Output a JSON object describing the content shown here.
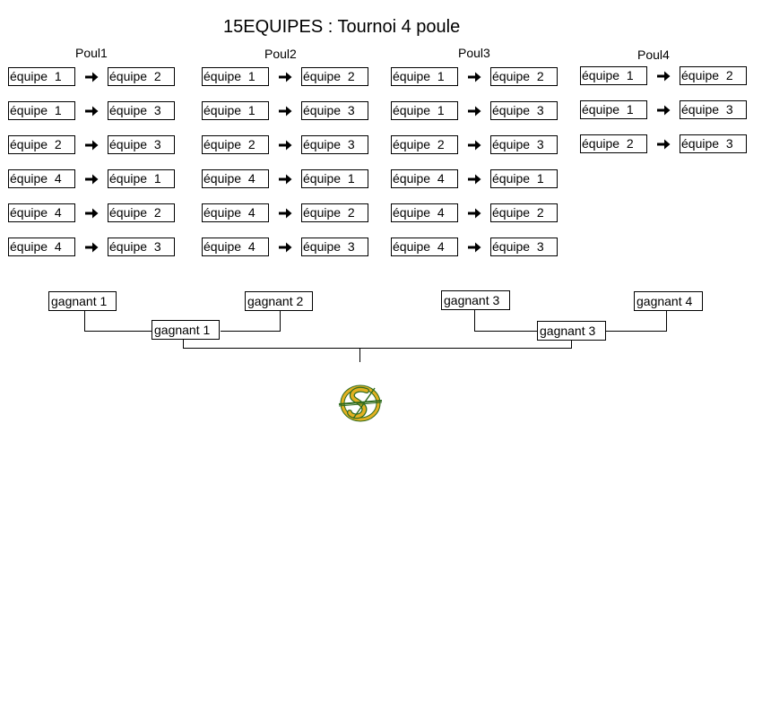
{
  "title": "15EQUIPES : Tournoi 4 poule",
  "arrow_icon": "arrow-right-icon",
  "pools": [
    {
      "label": "Poul1",
      "matches": [
        [
          "équipe  1",
          "équipe  2"
        ],
        [
          "équipe  1",
          "équipe  3"
        ],
        [
          "équipe  2",
          "équipe  3"
        ],
        [
          "équipe  4",
          "équipe  1"
        ],
        [
          "équipe  4",
          "équipe  2"
        ],
        [
          "équipe  4",
          "équipe  3"
        ]
      ]
    },
    {
      "label": "Poul2",
      "matches": [
        [
          "équipe  1",
          "équipe  2"
        ],
        [
          "équipe  1",
          "équipe  3"
        ],
        [
          "équipe  2",
          "équipe  3"
        ],
        [
          "équipe  4",
          "équipe  1"
        ],
        [
          "équipe  4",
          "équipe  2"
        ],
        [
          "équipe  4",
          "équipe  3"
        ]
      ]
    },
    {
      "label": "Poul3",
      "matches": [
        [
          "équipe  1",
          "équipe  2"
        ],
        [
          "équipe  1",
          "équipe  3"
        ],
        [
          "équipe  2",
          "équipe  3"
        ],
        [
          "équipe  4",
          "équipe  1"
        ],
        [
          "équipe  4",
          "équipe  2"
        ],
        [
          "équipe  4",
          "équipe  3"
        ]
      ]
    },
    {
      "label": "Poul4",
      "matches": [
        [
          "équipe  1",
          "équipe  2"
        ],
        [
          "équipe  1",
          "équipe  3"
        ],
        [
          "équipe  2",
          "équipe  3"
        ]
      ]
    }
  ],
  "bracket": {
    "round1": [
      "gagnant 1",
      "gagnant 2",
      "gagnant 3",
      "gagnant 4"
    ],
    "semis": [
      "gagnant 1",
      "gagnant 3"
    ]
  },
  "logo_icon": "club-logo-icon",
  "colors": {
    "logo_gold": "#e3b021",
    "logo_green": "#2e6b1e"
  }
}
